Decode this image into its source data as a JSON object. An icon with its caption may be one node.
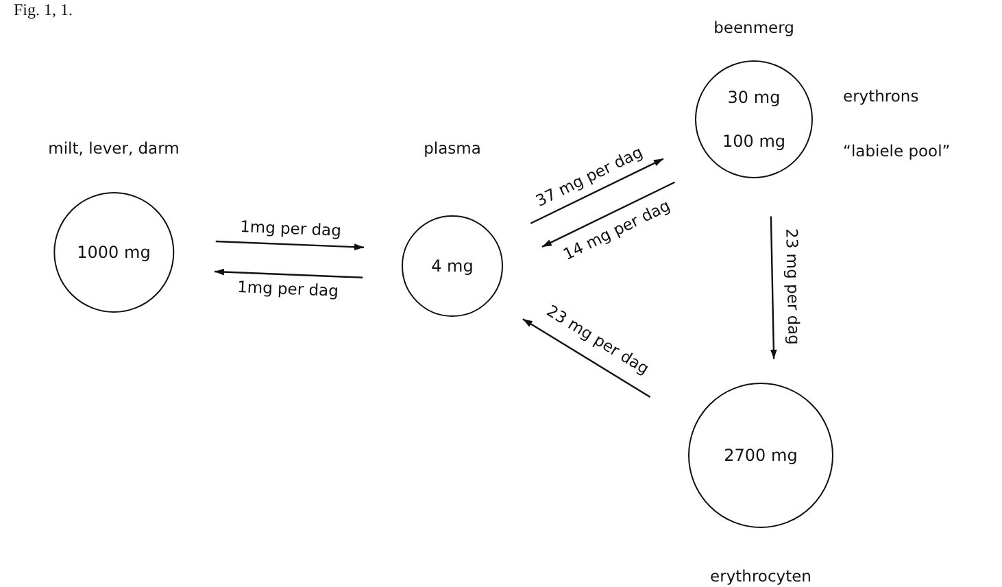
{
  "diagram": {
    "title": "Fig. 1, 1.",
    "nodes": [
      {
        "text": [
          "milt, lever, darm",
          "1000 mg"
        ]
      },
      {
        "text": [
          "plasma",
          "4 mg"
        ]
      },
      {
        "text": [
          "beenmerg",
          "30 mg",
          "100 mg"
        ],
        "beside": [
          "erythrons",
          "“labiele pool”"
        ]
      },
      {
        "text": [
          "2700 mg",
          "erythrocyten"
        ]
      }
    ],
    "edges": [
      {
        "from": 0,
        "to": 1,
        "arrow": "to",
        "label": "1mg per dag"
      },
      {
        "from": 1,
        "to": 0,
        "arrow": "to",
        "label": "1mg per dag"
      },
      {
        "from": 1,
        "to": 2,
        "arrow": "to",
        "label": "37 mg per dag"
      },
      {
        "from": 2,
        "to": 1,
        "arrow": "to",
        "label": "14 mg per dag"
      },
      {
        "from": 3,
        "to": 1,
        "arrow": "to",
        "label": "23 mg per dag"
      },
      {
        "from": 2,
        "to": 3,
        "arrow": "to",
        "label": "23 mg per dag"
      }
    ]
  }
}
